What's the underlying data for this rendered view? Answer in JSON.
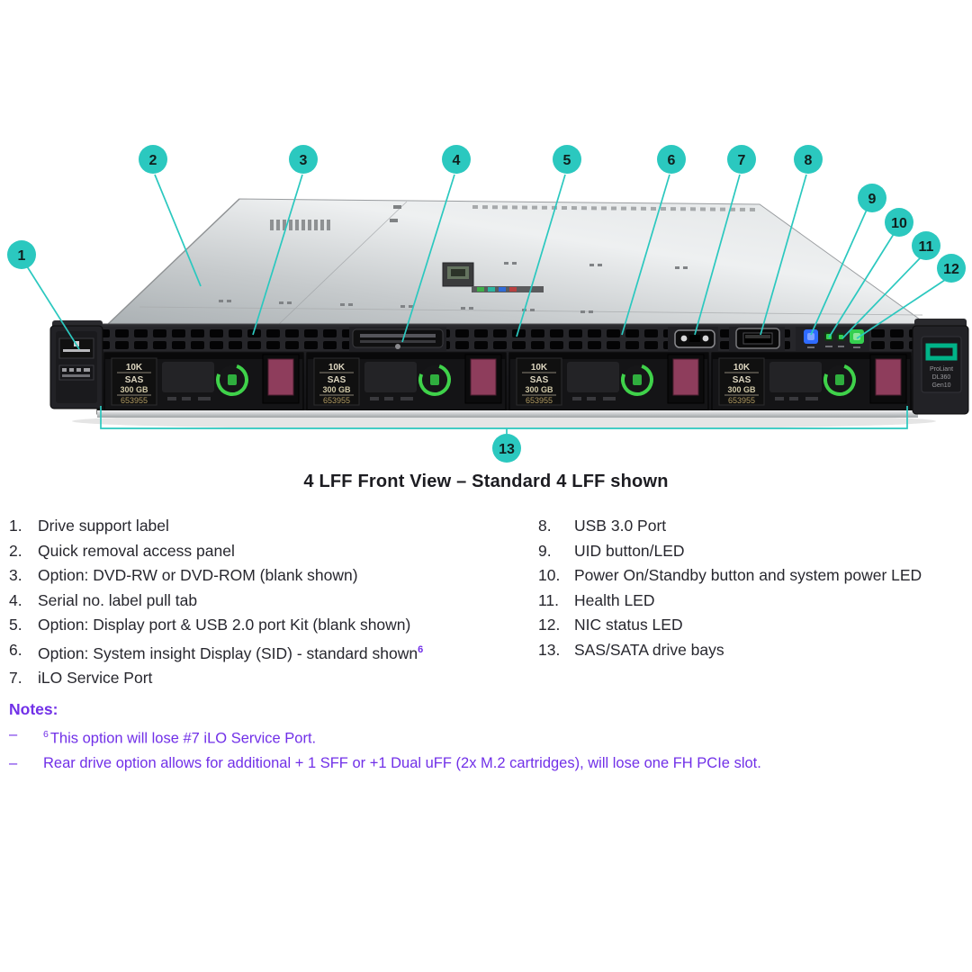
{
  "title": "4 LFF Front View – Standard 4 LFF shown",
  "colors": {
    "callout_teal": "#2bc8bf",
    "notes_purple": "#7130e8",
    "hpe_green": "#00b388",
    "latch_maroon": "#8e3d5c",
    "uid_blue": "#2f6bff",
    "led_green": "#35cf4f"
  },
  "callouts": [
    {
      "n": "1"
    },
    {
      "n": "2"
    },
    {
      "n": "3"
    },
    {
      "n": "4"
    },
    {
      "n": "5"
    },
    {
      "n": "6"
    },
    {
      "n": "7"
    },
    {
      "n": "8"
    },
    {
      "n": "9"
    },
    {
      "n": "10"
    },
    {
      "n": "11"
    },
    {
      "n": "12"
    },
    {
      "n": "13"
    }
  ],
  "server": {
    "drive_label": {
      "speed": "10K",
      "type": "SAS",
      "capacity": "300 GB",
      "part": "653955"
    },
    "ear_badge": {
      "line1": "ProLiant",
      "line2": "DL360",
      "line3": "Gen10"
    }
  },
  "legend": {
    "left": [
      {
        "num": "1.",
        "label": "Drive support label"
      },
      {
        "num": "2.",
        "label": "Quick removal access panel"
      },
      {
        "num": "3.",
        "label": "Option: DVD-RW or DVD-ROM (blank shown)"
      },
      {
        "num": "4.",
        "label": "Serial no. label pull tab"
      },
      {
        "num": "5.",
        "label": "Option: Display port & USB 2.0 port Kit (blank shown)"
      },
      {
        "num": "6.",
        "label": "Option: System insight Display (SID) - standard shown",
        "sup": "6"
      },
      {
        "num": "7.",
        "label": "iLO Service Port"
      }
    ],
    "right": [
      {
        "num": "8.",
        "label": "USB 3.0 Port"
      },
      {
        "num": "9.",
        "label": "UID button/LED"
      },
      {
        "num": "10.",
        "label": "Power On/Standby button and system power LED"
      },
      {
        "num": "11.",
        "label": "Health LED"
      },
      {
        "num": "12.",
        "label": "NIC status LED"
      },
      {
        "num": "13.",
        "label": "SAS/SATA drive bays"
      }
    ]
  },
  "notes": {
    "heading": "Notes:",
    "items": [
      {
        "dash": "–",
        "sup": "6",
        "text": "This option will lose #7 iLO Service Port."
      },
      {
        "dash": "–",
        "text": "Rear drive option allows for additional + 1 SFF or +1 Dual uFF (2x M.2 cartridges), will lose one FH PCIe slot."
      }
    ]
  }
}
